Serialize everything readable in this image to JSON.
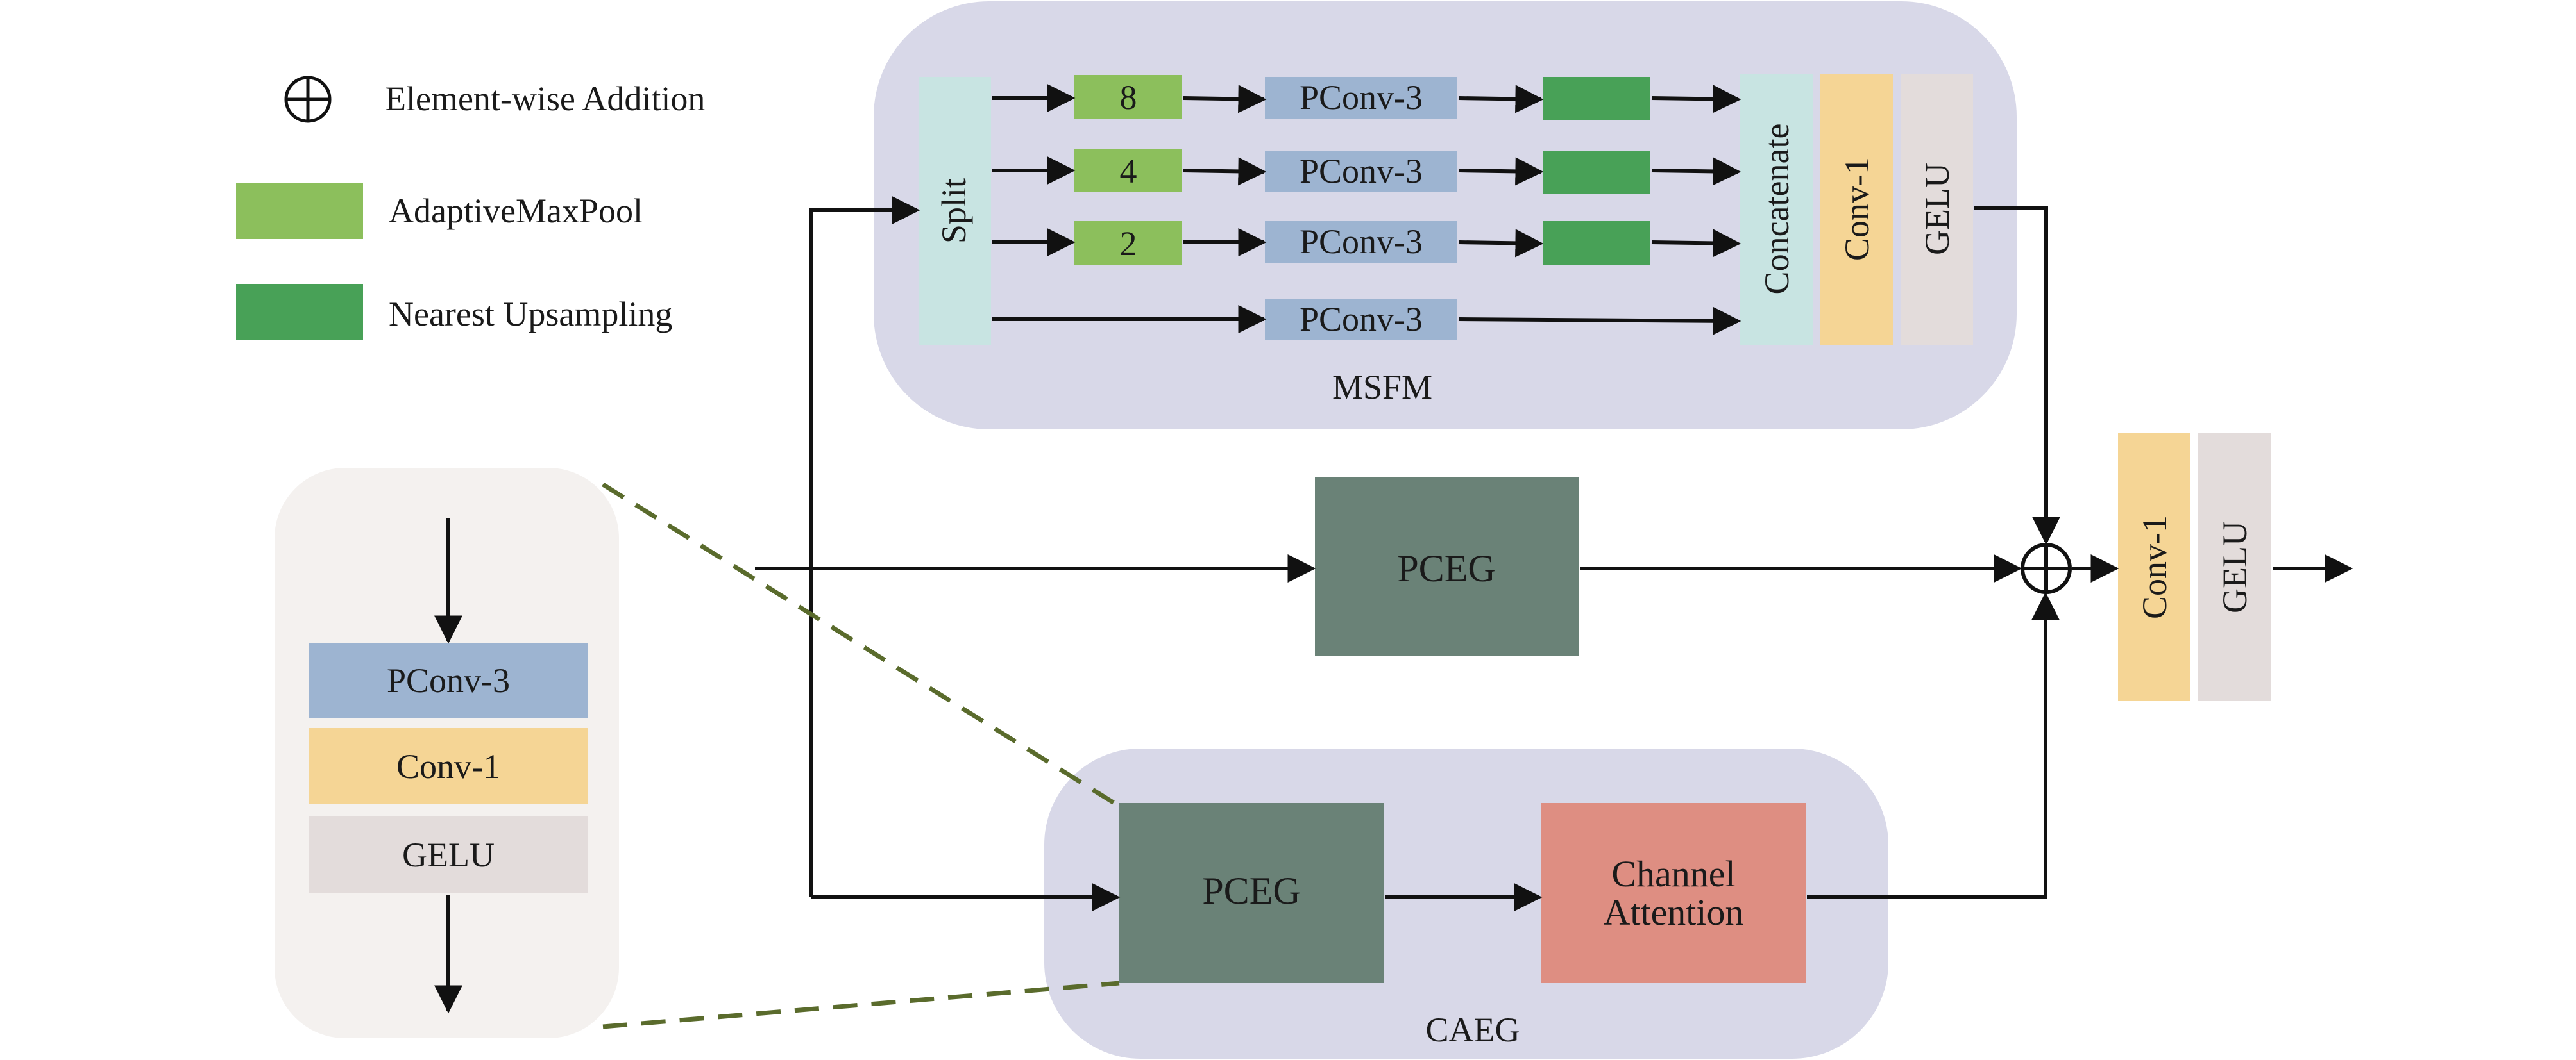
{
  "legend": {
    "addition_label": "Element-wise Addition",
    "maxpool_label": "AdaptiveMaxPool",
    "upsampling_label": "Nearest Upsampling"
  },
  "msfm": {
    "title": "MSFM",
    "split_label": "Split",
    "pool_sizes": [
      "8",
      "4",
      "2"
    ],
    "pconv_label": "PConv-3",
    "concat_label": "Concatenate",
    "conv_label": "Conv-1",
    "gelu_label": "GELU"
  },
  "middle": {
    "pceg_label": "PCEG"
  },
  "caeg": {
    "title": "CAEG",
    "pceg_label": "PCEG",
    "attention_line1": "Channel",
    "attention_line2": "Attention"
  },
  "output": {
    "conv_label": "Conv-1",
    "gelu_label": "GELU"
  },
  "detail": {
    "pconv_label": "PConv-3",
    "conv_label": "Conv-1",
    "gelu_label": "GELU"
  },
  "colors": {
    "module_bg": "#d8d8e8",
    "detail_bg": "#f4f1ef",
    "pconv": "#9db4d1",
    "conv": "#f5d595",
    "gelu": "#e3dcdb",
    "split_concat": "#c8e4e2",
    "maxpool": "#8cbf5c",
    "upsampling": "#48a157",
    "pceg": "#6a8277",
    "attention": "#de8e82",
    "dashed_line": "#5a6b2c"
  }
}
